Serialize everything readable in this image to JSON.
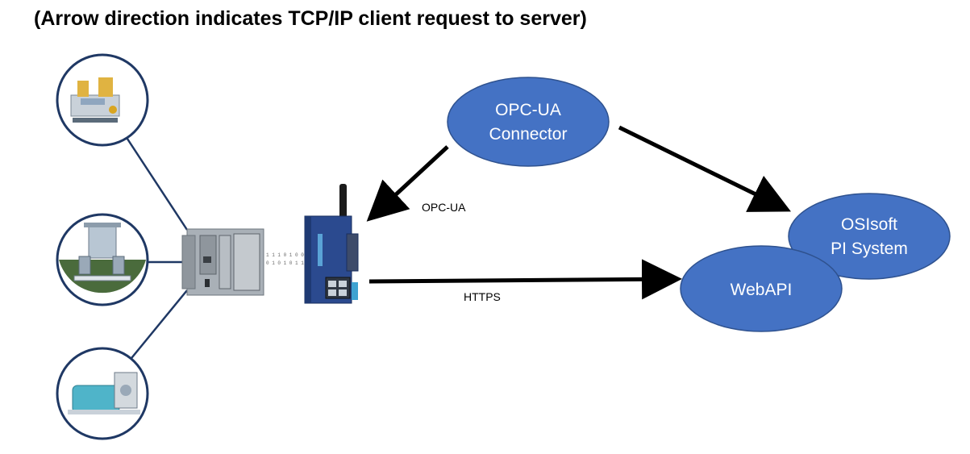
{
  "title": "(Arrow direction indicates TCP/IP client request to server)",
  "nodes": {
    "opcua_connector": {
      "line1": "OPC-UA",
      "line2": "Connector"
    },
    "osisoft": {
      "line1": "OSIsoft",
      "line2": "PI System"
    },
    "webapi": {
      "label": "WebAPI"
    }
  },
  "edges": {
    "opcua": "OPC-UA",
    "https": "HTTPS"
  },
  "icons": [
    "factory-line-icon",
    "industrial-valve-icon",
    "motor-pump-icon",
    "plc-icon",
    "iot-gateway-icon"
  ],
  "colors": {
    "node_fill": "#4472c4",
    "node_stroke": "#2f528f",
    "icon_ring": "#1f3864"
  }
}
